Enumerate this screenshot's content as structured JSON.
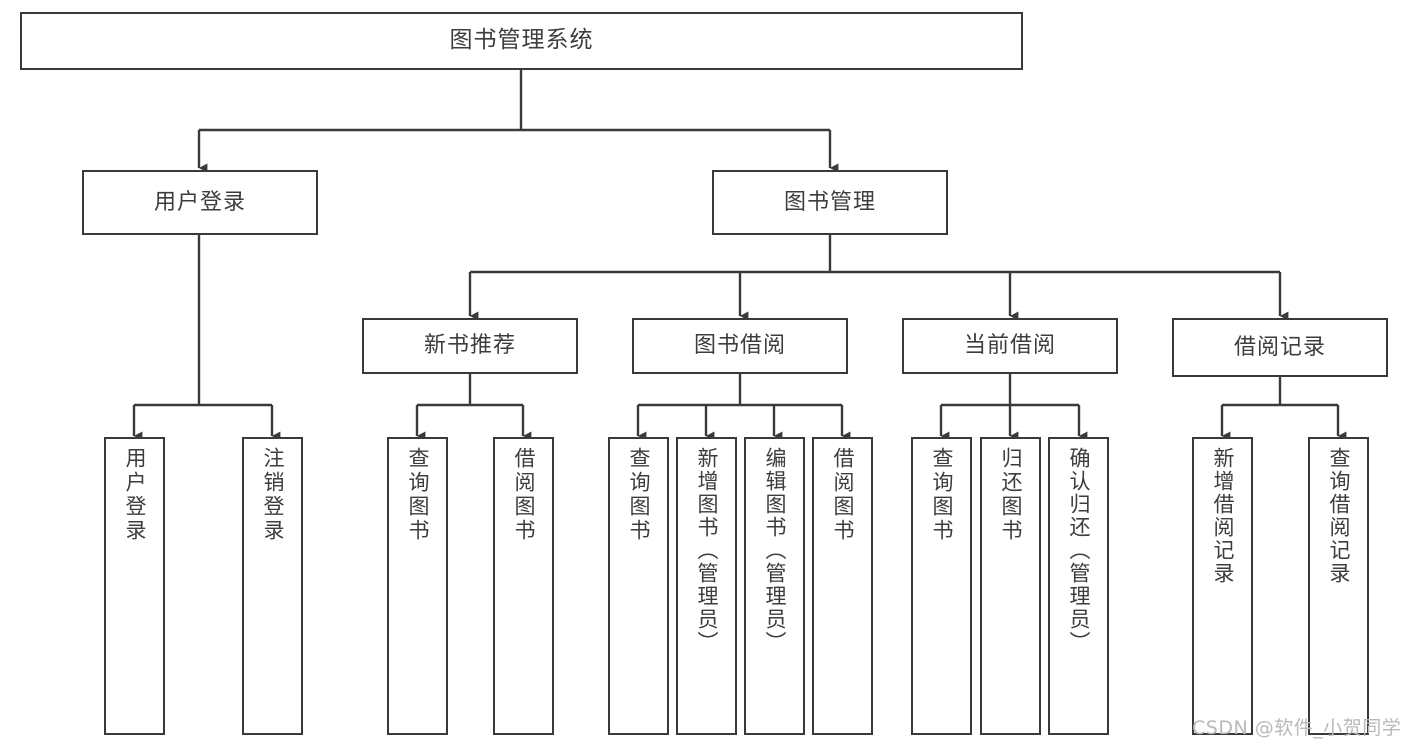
{
  "diagram": {
    "title": "图书管理系统",
    "type": "tree-hierarchy",
    "orientation": "top-down",
    "colors": {
      "background": "#ffffff",
      "box_border": "#3a3a3a",
      "box_fill": "#ffffff",
      "text": "#3d3d3d",
      "edge": "#3a3a3a",
      "watermark": "#b9b9b9"
    }
  },
  "root": {
    "label": "图书管理系统"
  },
  "level1": [
    {
      "label": "用户登录"
    },
    {
      "label": "图书管理"
    }
  ],
  "level2": [
    {
      "label": "新书推荐"
    },
    {
      "label": "图书借阅"
    },
    {
      "label": "当前借阅"
    },
    {
      "label": "借阅记录"
    }
  ],
  "leaves": {
    "user_login": [
      {
        "label": "用户登录"
      },
      {
        "label": "注销登录"
      }
    ],
    "new_book_recommend": [
      {
        "label": "查询图书"
      },
      {
        "label": "借阅图书"
      }
    ],
    "book_borrow": [
      {
        "label": "查询图书"
      },
      {
        "label": "新增图书（管理员）"
      },
      {
        "label": "编辑图书（管理员）"
      },
      {
        "label": "借阅图书"
      }
    ],
    "current_borrow": [
      {
        "label": "查询图书"
      },
      {
        "label": "归还图书"
      },
      {
        "label": "确认归还（管理员）"
      }
    ],
    "borrow_record": [
      {
        "label": "新增借阅记录"
      },
      {
        "label": "查询借阅记录"
      }
    ]
  },
  "watermark": {
    "text": "CSDN @软件_小贺同学"
  }
}
